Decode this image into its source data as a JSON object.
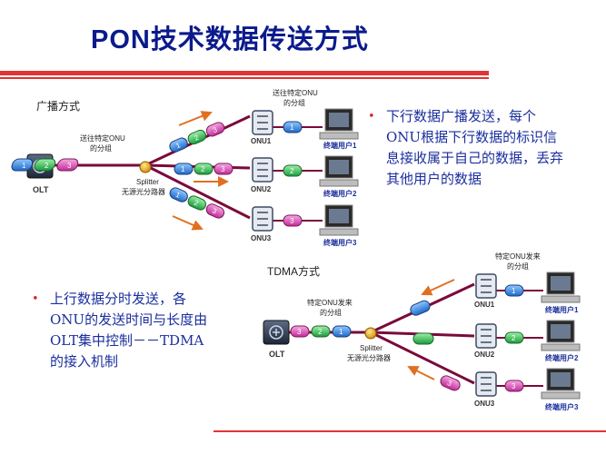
{
  "title": "PON技术数据传送方式",
  "section1": {
    "label": "广播方式",
    "olt": "OLT",
    "olt_note_line1": "送往特定ONU",
    "olt_note_line2": "的分组",
    "onu_note_line1": "送往特定ONU",
    "onu_note_line2": "的分组",
    "splitter_line1": "Splitter",
    "splitter_line2": "无源光分路器",
    "onus": [
      "ONU1",
      "ONU2",
      "ONU3"
    ],
    "users": [
      "终端用户1",
      "终端用户2",
      "终端用户3"
    ],
    "packets": [
      "1",
      "2",
      "3"
    ],
    "bullet_lines": [
      "下行数据广播发送，每个",
      "ONU根据下行数据的标识信",
      "息接收属于自己的数据，丢弃",
      "其他用户的数据"
    ]
  },
  "section2": {
    "label": "TDMA方式",
    "olt": "OLT",
    "olt_note_line1": "特定ONU发来",
    "olt_note_line2": "的分组",
    "onu_note_line1": "特定ONU发来",
    "onu_note_line2": "的分组",
    "splitter_line1": "Splitter",
    "splitter_line2": "无源光分路器",
    "onus": [
      "ONU1",
      "ONU2",
      "ONU3"
    ],
    "users": [
      "终端用户1",
      "终端用户2",
      "终端用户3"
    ],
    "packets": [
      "1",
      "2",
      "3"
    ],
    "bullet_lines": [
      "上行数据分时发送，各",
      "ONU的发送时间与长度由",
      "OLT集中控制－－TDMA",
      "的接入机制"
    ]
  },
  "colors": {
    "title": "#0b1a8c",
    "rule": "#e23434",
    "bullet_text": "#1a2e9c",
    "fiber": "#7a0a3a",
    "packet1": "#2f7fd9",
    "packet2": "#22b14c",
    "packet3": "#d63fae"
  }
}
